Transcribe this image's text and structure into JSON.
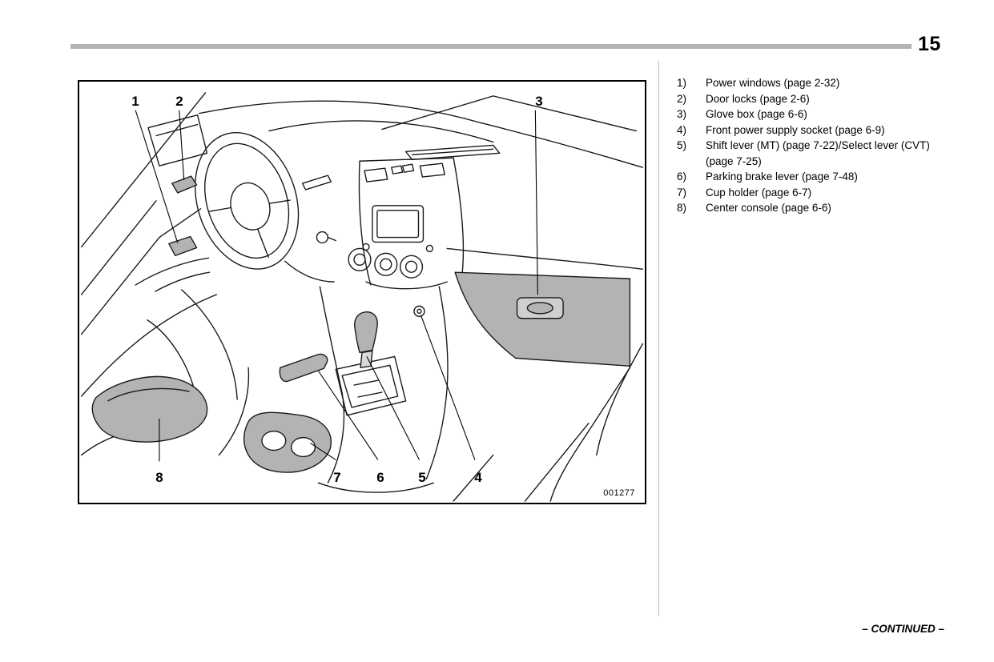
{
  "page": {
    "number": "15",
    "continued": "– CONTINUED –"
  },
  "figure": {
    "code": "001277",
    "shade_color": "#b3b3b3",
    "line_color": "#1a1a1a",
    "callouts": [
      "1",
      "2",
      "3",
      "4",
      "5",
      "6",
      "7",
      "8"
    ]
  },
  "legend": {
    "items": [
      {
        "num": "1)",
        "text": "Power windows (page 2-32)"
      },
      {
        "num": "2)",
        "text": "Door locks (page 2-6)"
      },
      {
        "num": "3)",
        "text": "Glove box (page 6-6)"
      },
      {
        "num": "4)",
        "text": "Front power supply socket (page 6-9)"
      },
      {
        "num": "5)",
        "text": "Shift lever (MT) (page 7-22)/Select lever (CVT) (page 7-25)"
      },
      {
        "num": "6)",
        "text": "Parking brake lever (page 7-48)"
      },
      {
        "num": "7)",
        "text": "Cup holder (page 6-7)"
      },
      {
        "num": "8)",
        "text": "Center console (page 6-6)"
      }
    ]
  }
}
